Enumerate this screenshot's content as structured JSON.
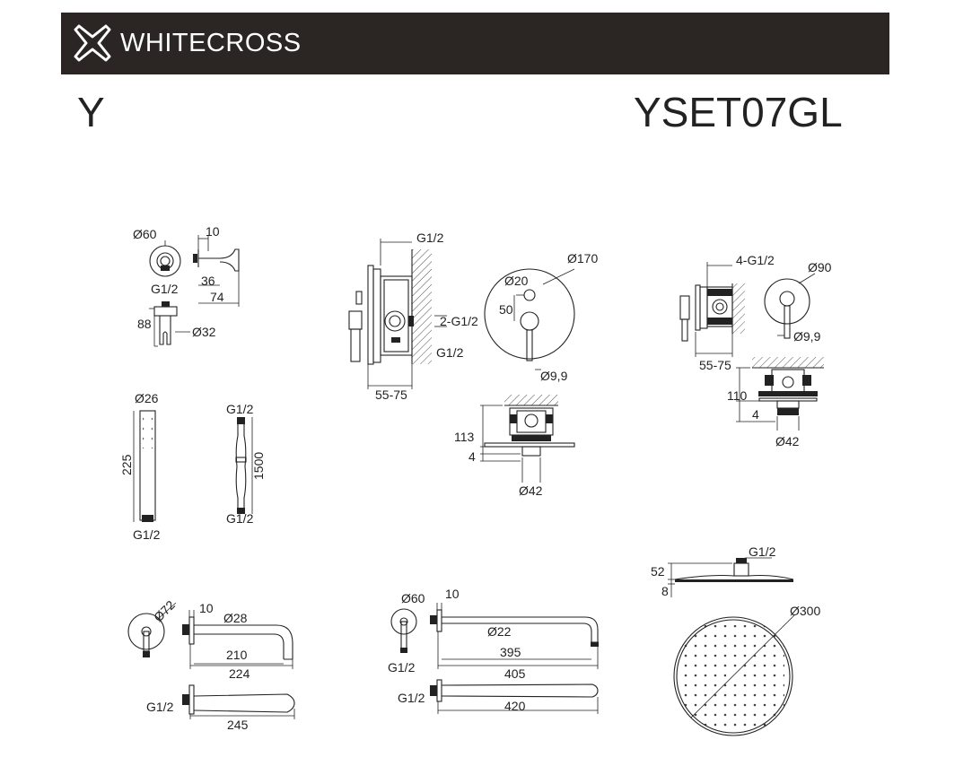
{
  "header": {
    "brand": "WHITECROSS"
  },
  "title": {
    "series": "Y",
    "model": "YSET07GL"
  },
  "labels": {
    "elbow": {
      "d60": "Ø60",
      "w10": "10",
      "g12": "G1/2",
      "w36": "36",
      "w74": "74",
      "h88": "88",
      "d32": "Ø32"
    },
    "handshower": {
      "d26": "Ø26",
      "h225": "225",
      "g12": "G1/2"
    },
    "hose": {
      "g12_top": "G1/2",
      "l1500": "1500",
      "g12_bottom": "G1/2"
    },
    "mixer": {
      "g12_top": "G1/2",
      "g12_side": "2-G1/2",
      "g12_bottom": "G1/2",
      "depth": "55-75",
      "d170": "Ø170",
      "d20": "Ø20",
      "h50": "50",
      "d99": "Ø9,9",
      "h113": "113",
      "h4": "4",
      "d42": "Ø42"
    },
    "valve": {
      "g12": "4-G1/2",
      "d90": "Ø90",
      "depth": "55-75",
      "d99": "Ø9,9",
      "h110": "110",
      "h4": "4",
      "d42": "Ø42"
    },
    "spout": {
      "d72": "Ø72",
      "w10": "10",
      "d28": "Ø28",
      "l210": "210",
      "l224": "224",
      "g12": "G1/2",
      "l245": "245"
    },
    "arm": {
      "d60": "Ø60",
      "w10": "10",
      "g12": "G1/2",
      "d22": "Ø22",
      "l395": "395",
      "l405": "405",
      "g12b": "G1/2",
      "l420": "420"
    },
    "head": {
      "g12": "G1/2",
      "h52": "52",
      "h8": "8",
      "d300": "Ø300"
    }
  }
}
